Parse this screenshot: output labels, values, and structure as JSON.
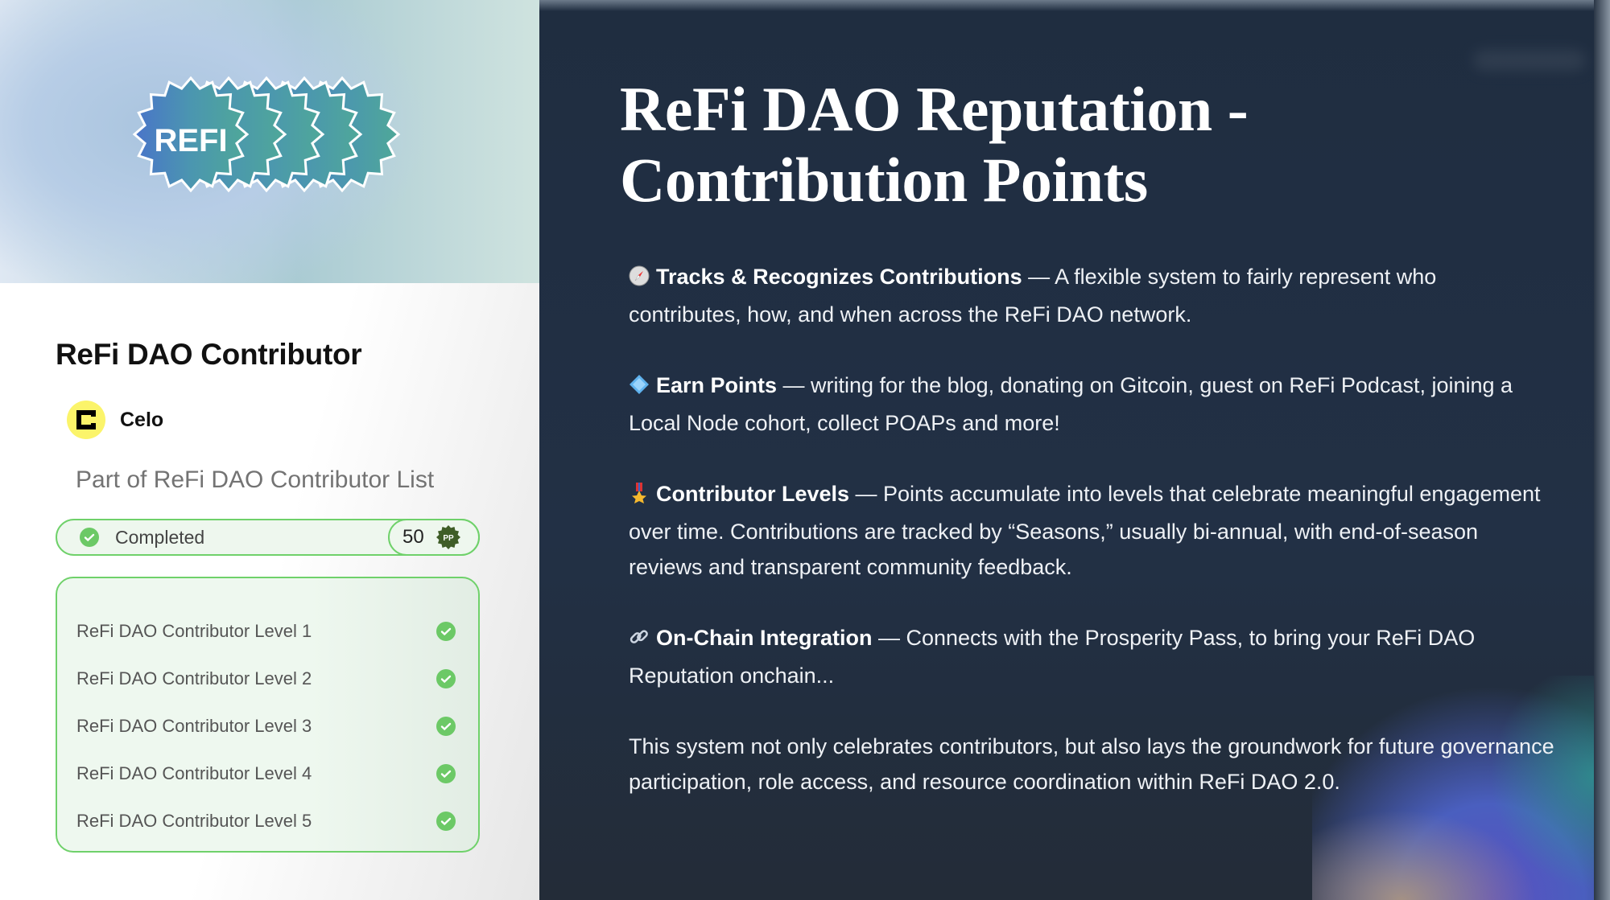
{
  "card": {
    "badge_text": "REFI",
    "title": "ReFi DAO Contributor",
    "issuer": "Celo",
    "subtitle": "Part of ReFi DAO Contributor List",
    "status": "Completed",
    "points": "50",
    "points_badge": "PP",
    "levels": [
      "ReFi DAO Contributor Level 1",
      "ReFi DAO Contributor Level 2",
      "ReFi DAO Contributor Level 3",
      "ReFi DAO Contributor Level 4",
      "ReFi DAO Contributor Level 5"
    ]
  },
  "main": {
    "title": "ReFi DAO Reputation - Contribution Points",
    "sections": [
      {
        "icon": "compass-icon",
        "heading": "Tracks & Recognizes Contributions",
        "text": " — A flexible system to fairly represent who contributes, how, and when across the ReFi DAO network."
      },
      {
        "icon": "diamond-icon",
        "heading": "Earn Points",
        "text": " — writing for the blog, donating on Gitcoin, guest on ReFi Podcast, joining a Local Node cohort, collect POAPs and more!"
      },
      {
        "icon": "medal-icon",
        "heading": "Contributor Levels",
        "text": " — Points accumulate into levels that celebrate meaningful engagement over time. Contributions are tracked by “Seasons,” usually bi-annual, with end-of-season reviews and transparent community feedback."
      },
      {
        "icon": "link-icon",
        "heading": "On-Chain Integration",
        "text": " — Connects with the Prosperity Pass, to bring your ReFi DAO Reputation onchain..."
      }
    ],
    "closing": "This system not only celebrates contributors, but also lays the groundwork for future governance participation, role access, and resource coordination within ReFi DAO 2.0."
  },
  "colors": {
    "accent_green": "#6fd16a",
    "dark_bg": "#1f2d40",
    "badge_blue": "#4a74c9",
    "badge_teal": "#4fa898"
  }
}
